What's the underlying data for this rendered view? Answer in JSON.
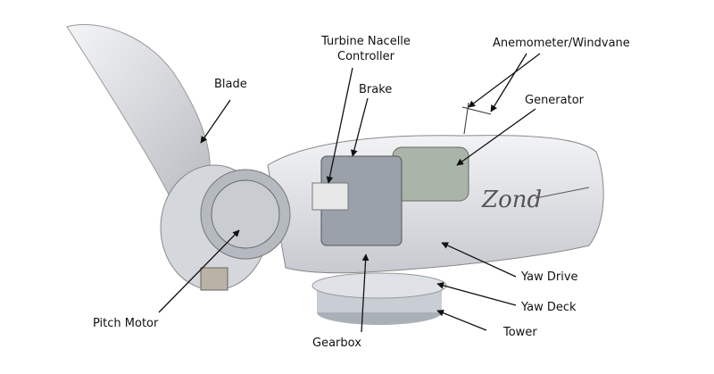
{
  "labels": {
    "blade": "Blade",
    "controller_line1": "Turbine Nacelle",
    "controller_line2": "Controller",
    "brake": "Brake",
    "anemometer": "Anemometer/Windvane",
    "generator": "Generator",
    "yaw_drive": "Yaw Drive",
    "yaw_deck": "Yaw Deck",
    "tower": "Tower",
    "gearbox": "Gearbox",
    "pitch_motor": "Pitch Motor"
  },
  "logo": "Zond"
}
